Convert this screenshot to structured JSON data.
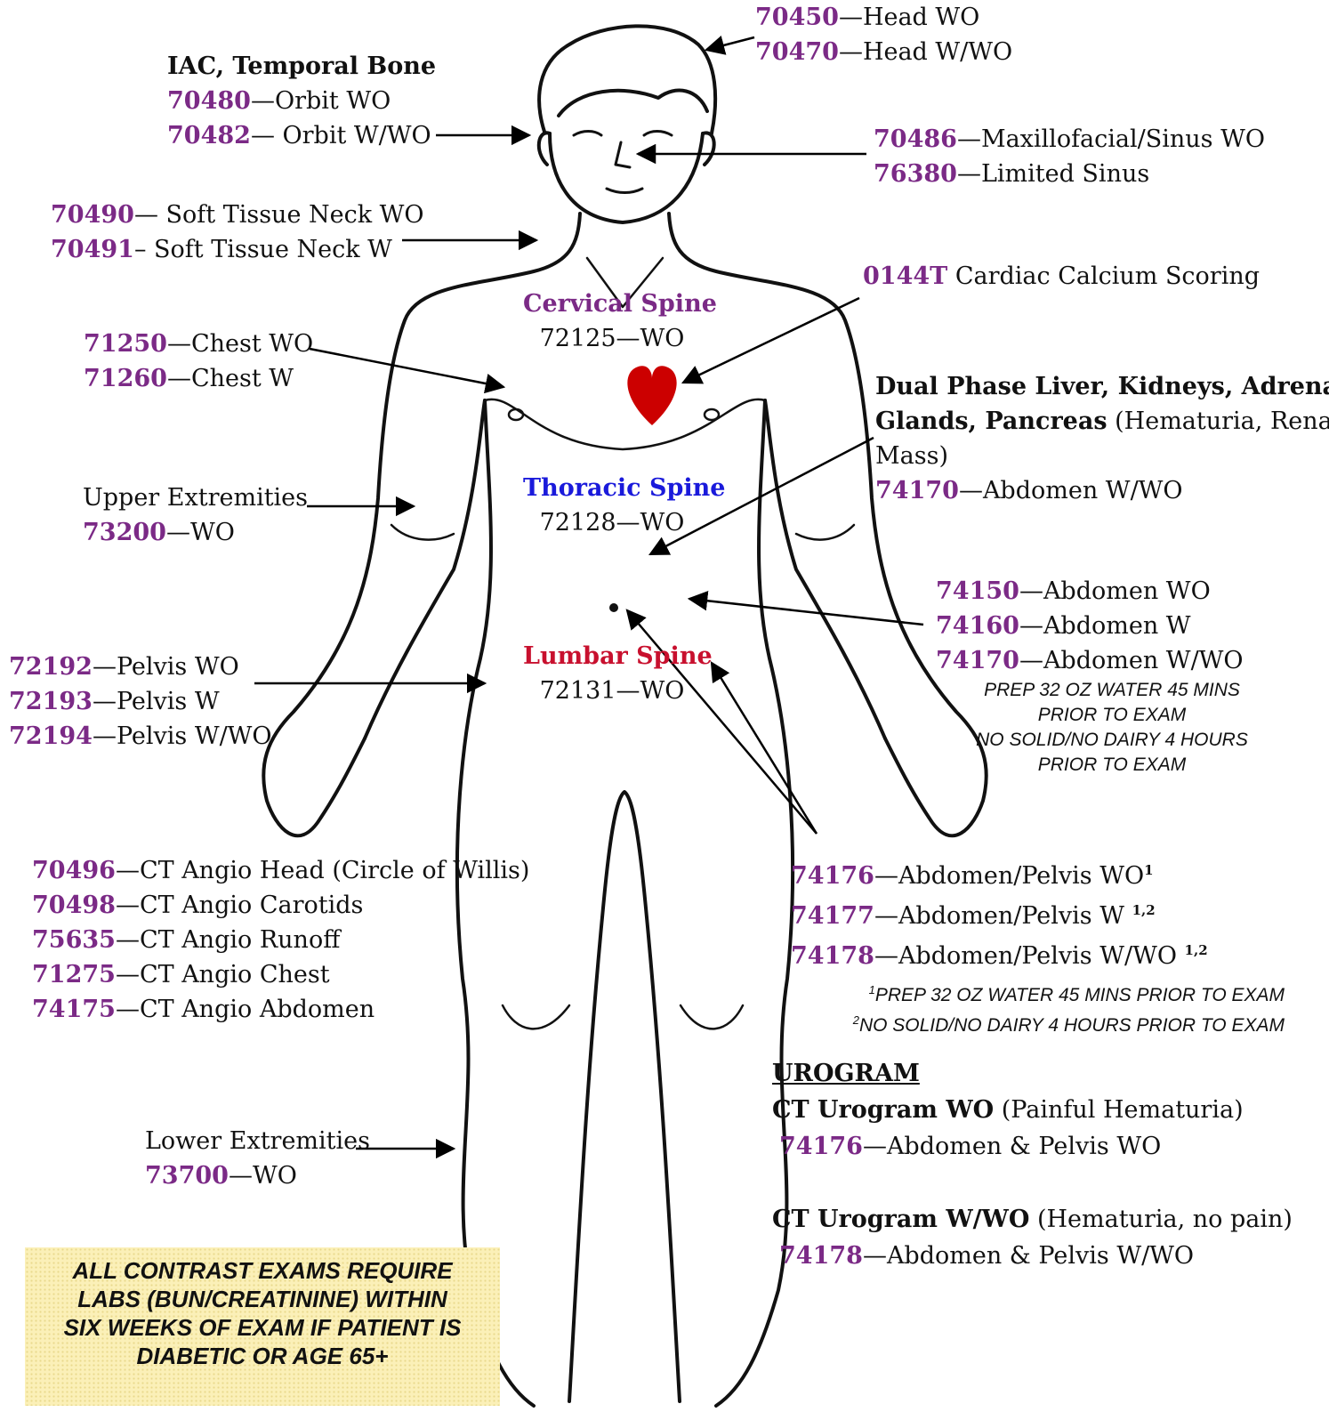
{
  "head": {
    "l1_code": "70450",
    "l1_text": "—Head WO",
    "l2_code": "70470",
    "l2_text": "—Head W/WO"
  },
  "orbit": {
    "title": "IAC, Temporal Bone",
    "l1_code": "70480",
    "l1_text": "—Orbit WO",
    "l2_code": "70482",
    "l2_text": "— Orbit W/WO"
  },
  "sinus": {
    "l1_code": "70486",
    "l1_text": "—Maxillofacial/Sinus WO",
    "l2_code": "76380",
    "l2_text": "—Limited Sinus"
  },
  "neck": {
    "l1_code": "70490",
    "l1_text": "— Soft Tissue  Neck WO",
    "l2_code": "70491",
    "l2_text": "– Soft Tissue  Neck W"
  },
  "cardiac": {
    "code": "0144T",
    "text": " Cardiac Calcium Scoring"
  },
  "cervical": {
    "title": "Cervical Spine",
    "code": "72125—WO",
    "title_color": "#7b2a86"
  },
  "chest": {
    "l1_code": "71250",
    "l1_text": "—Chest WO",
    "l2_code": "71260",
    "l2_text": "—Chest W"
  },
  "dual_phase": {
    "bold1": "Dual Phase Liver, Kidneys, Adrenal",
    "bold2": "Glands, Pancreas",
    "rest2": " (Hematuria, Renal",
    "rest3": "Mass)",
    "code": "74170",
    "text": "—Abdomen W/WO"
  },
  "thoracic": {
    "title": "Thoracic Spine",
    "code": "72128—WO",
    "title_color": "#1a1adb"
  },
  "upper_ext": {
    "title": "Upper Extremities",
    "code": "73200",
    "text": "—WO"
  },
  "abdomen": {
    "l1_code": "74150",
    "l1_text": "—Abdomen WO",
    "l2_code": "74160",
    "l2_text": "—Abdomen W",
    "l3_code": "74170",
    "l3_text": "—Abdomen W/WO",
    "prep": [
      "PREP 32 OZ WATER 45 MINS",
      "PRIOR TO EXAM",
      "NO SOLID/NO DAIRY 4 HOURS",
      "PRIOR TO EXAM"
    ]
  },
  "lumbar": {
    "title": "Lumbar Spine",
    "code": "72131—WO",
    "title_color": "#c8102e"
  },
  "pelvis": {
    "l1_code": "72192",
    "l1_text": "—Pelvis WO",
    "l2_code": "72193",
    "l2_text": "—Pelvis W",
    "l3_code": "72194",
    "l3_text": "—Pelvis W/WO"
  },
  "angio": {
    "l1_code": "70496",
    "l1_text": "—CT Angio Head (Circle of Willis)",
    "l2_code": "70498",
    "l2_text": "—CT Angio Carotids",
    "l3_code": "75635",
    "l3_text": "—CT Angio Runoff",
    "l4_code": "71275",
    "l4_text": "—CT Angio Chest",
    "l5_code": "74175",
    "l5_text": "—CT Angio Abdomen"
  },
  "abd_pelvis": {
    "l1_code": "74176",
    "l1_text": "—Abdomen/Pelvis WO",
    "l1_sup": "1",
    "l2_code": "74177",
    "l2_text": "—Abdomen/Pelvis W ",
    "l2_sup": "1,2",
    "l3_code": "74178",
    "l3_text": "—Abdomen/Pelvis W/WO ",
    "l3_sup": "1,2"
  },
  "footnotes": {
    "n1_mark": "1",
    "n1_text": "PREP 32 OZ WATER 45 MINS PRIOR TO EXAM",
    "n2_mark": "2",
    "n2_text": "NO SOLID/NO DAIRY 4 HOURS PRIOR TO EXAM"
  },
  "urogram": {
    "heading": "UROGRAM",
    "wo_title": "CT Urogram WO",
    "wo_note": "  (Painful Hematuria)",
    "wo_code": "74176",
    "wo_text": "—Abdomen & Pelvis WO",
    "wwo_title": "CT Urogram W/WO",
    "wwo_note": " (Hematuria, no pain)",
    "wwo_code": "74178",
    "wwo_text": "—Abdomen & Pelvis W/WO"
  },
  "lower_ext": {
    "title": "Lower Extremities",
    "code": "73700",
    "text": "—WO"
  },
  "warning": [
    "ALL CONTRAST EXAMS REQUIRE",
    "LABS (BUN/CREATININE) WITHIN",
    "SIX WEEKS OF EXAM IF PATIENT IS",
    "DIABETIC OR AGE 65+"
  ],
  "colors": {
    "code": "#7b2a86",
    "heart": "#cc0000",
    "warning_bg": "#fbf0b8"
  }
}
